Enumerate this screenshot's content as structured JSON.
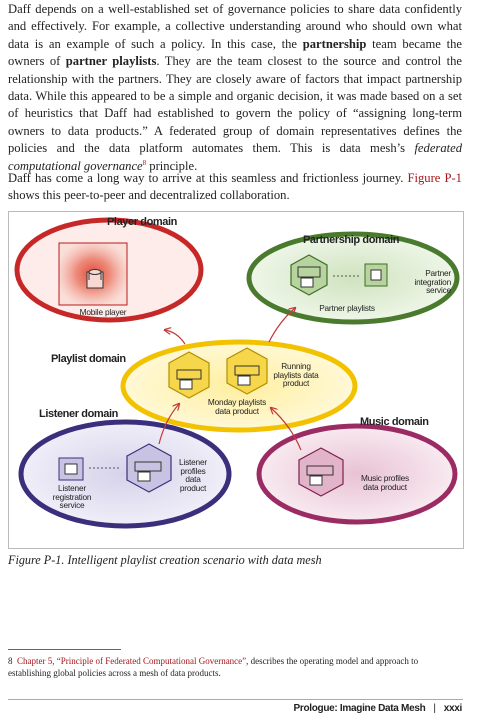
{
  "paragraph1": {
    "t1": "Daff depends on a well-established set of governance policies to share data confidently and effectively. For example, a collective understanding around who should own what data is an example of such a policy. In this case, the ",
    "b1": "partnership",
    "t2": " team became the owners of ",
    "b2": "partner playlists",
    "t3": ". They are the team closest to the source and control the relationship with the partners. They are closely aware of factors that impact partnership data. While this appeared to be a simple and organic decision, it was made based on a set of heuristics that Daff had established to govern the policy of “assigning long-term owners to data products.” A federated group of domain representatives defines the policies and the data platform automates them. This is data mesh’s ",
    "i1": "federated computational governance",
    "sup": "8",
    "t4": " principle."
  },
  "paragraph2": {
    "t1": "Daff has come a long way to arrive at this seamless and frictionless journey. ",
    "link": "Figure P-1",
    "t2": " shows this peer-to-peer and decentralized collaboration."
  },
  "figure": {
    "colors": {
      "player": "#c62828",
      "partnership": "#4a7a2e",
      "playlist": "#f2c200",
      "listener": "#3a2f7a",
      "music": "#9b2c63"
    },
    "domains": {
      "player": "Player domain",
      "partnership": "Partnership domain",
      "playlist": "Playlist domain",
      "listener": "Listener domain",
      "music": "Music domain"
    },
    "labels": {
      "mobile_player": "Mobile player",
      "partner_integration_1": "Partner",
      "partner_integration_2": "integration",
      "partner_integration_3": "service",
      "partner_playlists": "Partner playlists",
      "running_1": "Running",
      "running_2": "playlists data",
      "running_3": "product",
      "monday_1": "Monday playlists",
      "monday_2": "data product",
      "listener_profiles_1": "Listener",
      "listener_profiles_2": "profiles",
      "listener_profiles_3": "data",
      "listener_profiles_4": "product",
      "listener_reg_1": "Listener",
      "listener_reg_2": "registration",
      "listener_reg_3": "service",
      "music_profiles_1": "Music profiles",
      "music_profiles_2": "data product"
    }
  },
  "caption": "Figure P-1. Intelligent playlist creation scenario with data mesh",
  "footnote": {
    "num": "8",
    "link": "Chapter 5, “Principle of Federated Computational Governance”",
    "text": ", describes the operating model and approach to establishing global policies across a mesh of data products."
  },
  "footer": {
    "title": "Prologue: Imagine Data Mesh",
    "sep": "|",
    "page": "xxxi"
  }
}
